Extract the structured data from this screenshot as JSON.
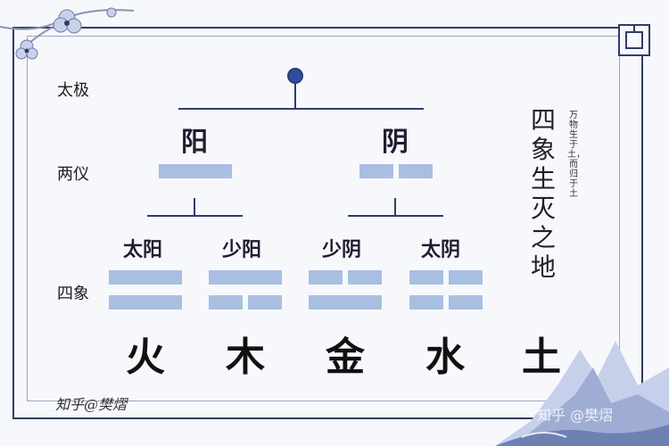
{
  "row_labels": {
    "taiji": "太极",
    "liangyi": "两仪",
    "sixiang": "四象"
  },
  "liangyi": {
    "yang": "阳",
    "yin": "阴"
  },
  "sixiang": [
    {
      "label": "太阳",
      "lines": [
        "yang",
        "yang"
      ]
    },
    {
      "label": "少阳",
      "lines": [
        "yang",
        "yin"
      ]
    },
    {
      "label": "少阴",
      "lines": [
        "yin",
        "yang"
      ]
    },
    {
      "label": "太阴",
      "lines": [
        "yin",
        "yin"
      ]
    }
  ],
  "elements": [
    "火",
    "木",
    "金",
    "水",
    "土"
  ],
  "side_title": "四象生灭之地",
  "side_subtitle": "万物生于土，而归于土",
  "signature": "知乎@樊熠",
  "watermark": "知乎 @樊熠",
  "colors": {
    "line": "#2f3c6a",
    "bar": "#a8bfe2",
    "dot": "#2c4fa3"
  }
}
